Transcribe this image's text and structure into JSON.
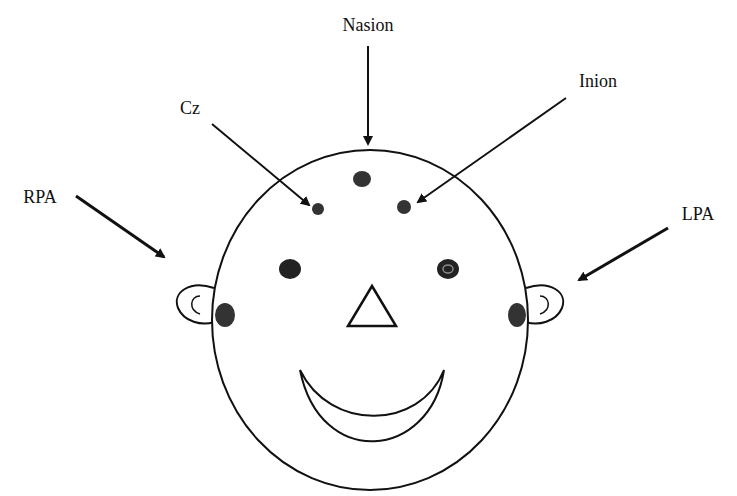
{
  "diagram": {
    "labels": [
      "Nasion",
      "Cz",
      "Inion",
      "RPA",
      "LPA"
    ]
  }
}
